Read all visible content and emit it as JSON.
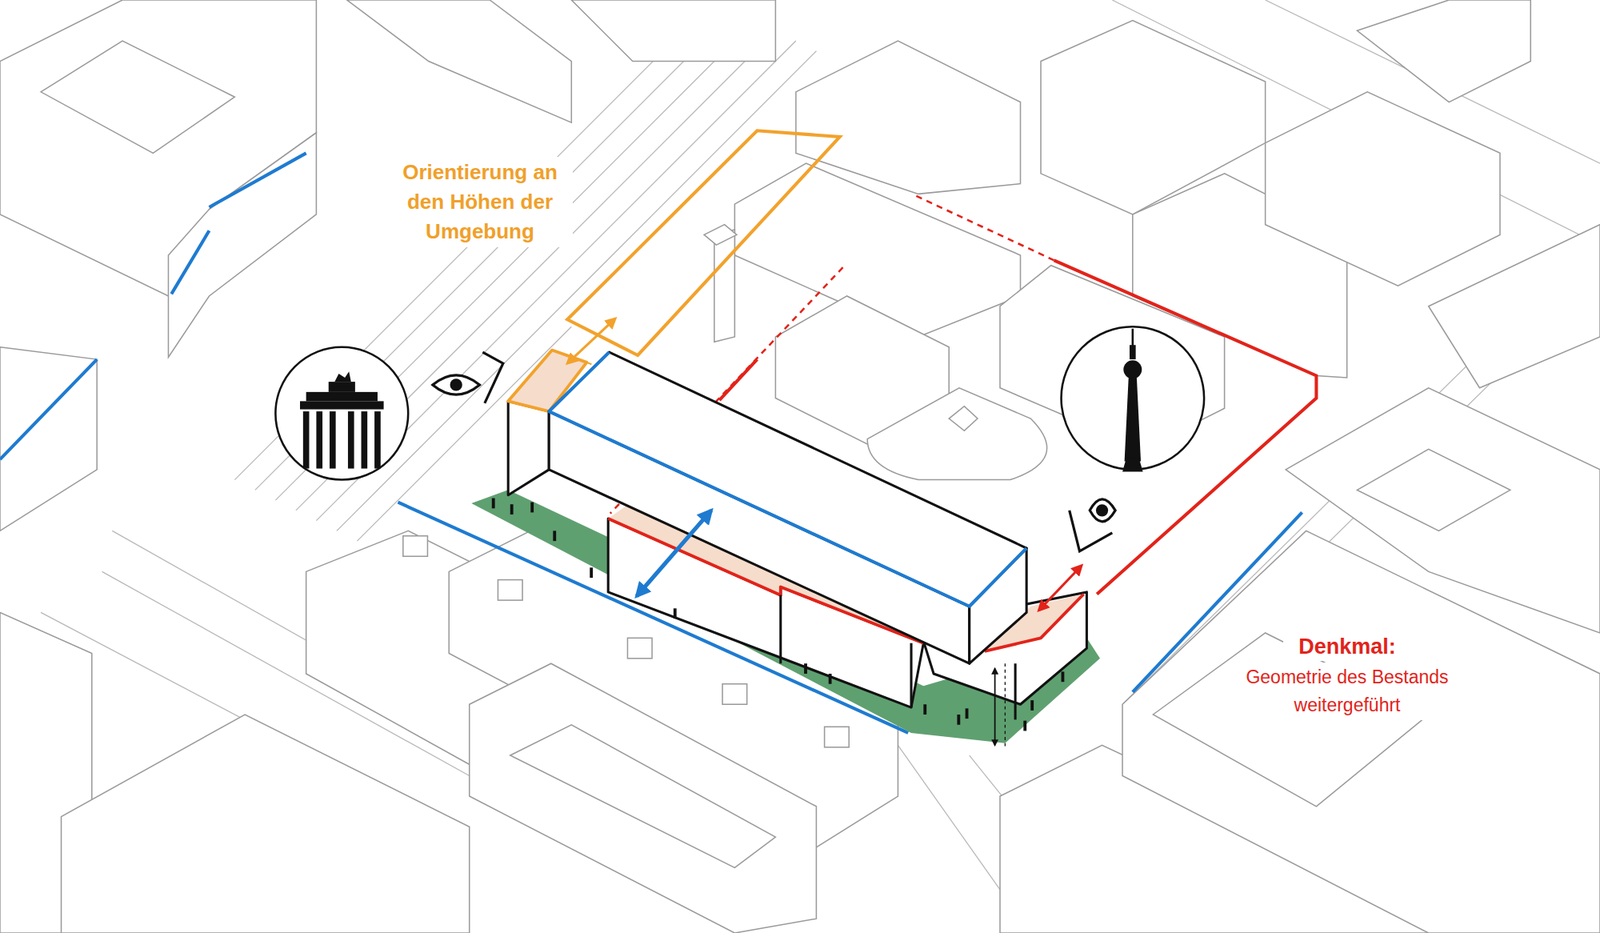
{
  "diagram": {
    "labels": [
      "Orientierung an den Höhen der Umgebung",
      "Denkmal:",
      "Geometrie des Bestands weitergeführt"
    ]
  }
}
